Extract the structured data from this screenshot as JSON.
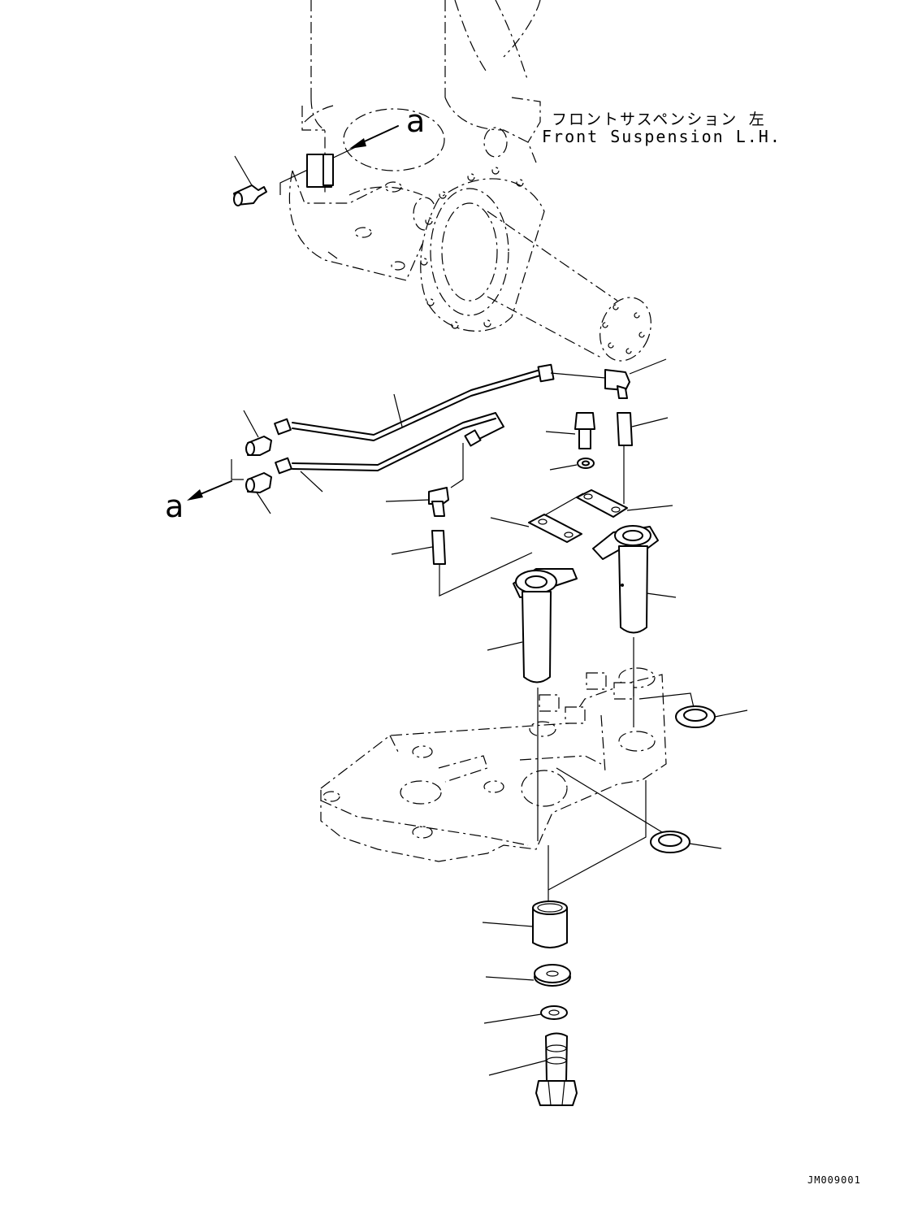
{
  "caption": {
    "japanese": "フロントサスペンション 左",
    "english": "Front Suspension L.H."
  },
  "callouts": {
    "upper": "a",
    "lower": "a"
  },
  "drawing_code": "JM009001",
  "line_color": "#000000",
  "background_color": "#ffffff"
}
